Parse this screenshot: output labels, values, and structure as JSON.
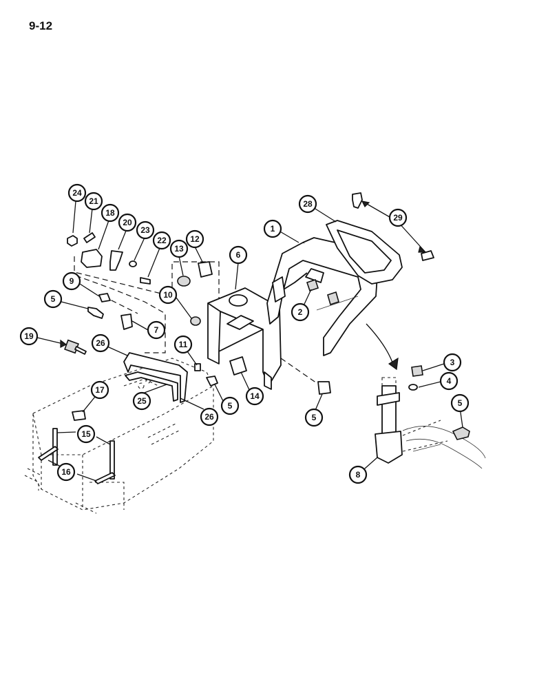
{
  "page_number": "9-12",
  "callouts": {
    "c1": "1",
    "c2": "2",
    "c3": "3",
    "c4": "4",
    "c5a": "5",
    "c5b": "5",
    "c5c": "5",
    "c5d": "5",
    "c6": "6",
    "c7": "7",
    "c8": "8",
    "c9": "9",
    "c10": "10",
    "c11": "11",
    "c12": "12",
    "c13": "13",
    "c14": "14",
    "c15": "15",
    "c16": "16",
    "c17": "17",
    "c18": "18",
    "c19": "19",
    "c20": "20",
    "c21": "21",
    "c22": "22",
    "c23": "23",
    "c24": "24",
    "c25": "25",
    "c26a": "26",
    "c26b": "26",
    "c28": "28",
    "c29": "29"
  }
}
